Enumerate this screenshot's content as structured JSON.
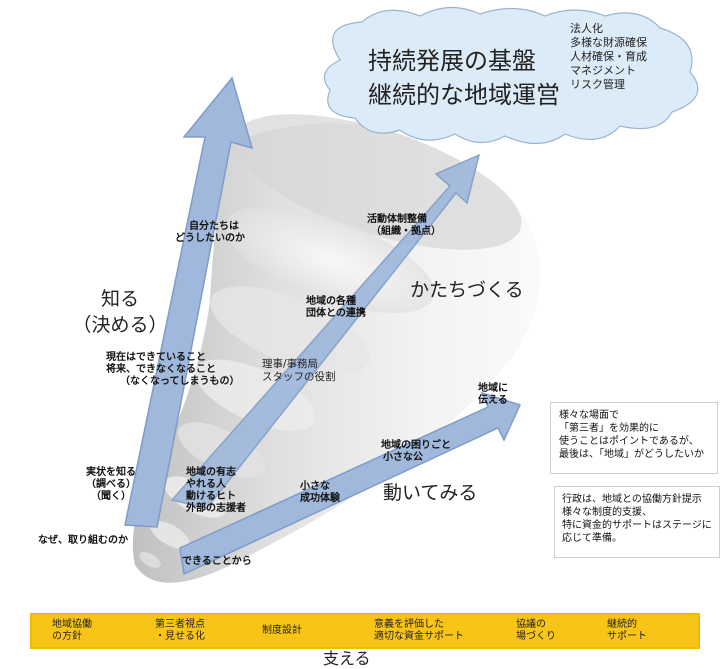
{
  "cloud": {
    "title_lines": [
      "持続発展の基盤",
      "継続的な地域運営"
    ],
    "list": [
      "法人化",
      "多様な財源確保",
      "人材確保・育成",
      "マネジメント",
      "リスク管理"
    ]
  },
  "labels": {
    "shiru": [
      "知る",
      "（決める）"
    ],
    "katachi": "かたちづくる",
    "ugoite": "動いてみる",
    "sasaeru": "支える"
  },
  "left_arrow": {
    "naze": "なぜ、取り組むのか",
    "jittai": [
      "実状を知る",
      "（調べる）",
      "（聞く）"
    ],
    "genzai": [
      "現在はできていること",
      "将来、できなくなること",
      "（なくなってしまうもの）"
    ],
    "jibun": [
      "自分たちは",
      "どうしたいのか"
    ]
  },
  "mid_arrow": {
    "yushi": [
      "地域の有志",
      "やれる人",
      "動けるヒト",
      "外部の志援者"
    ],
    "riji": [
      "理事/事務局",
      "スタッフの役割"
    ],
    "kakushu": [
      "地域の各種",
      "団体との連携"
    ],
    "katsudo": [
      "活動体制整備",
      "（組織・拠点）"
    ]
  },
  "right_arrow": {
    "dekiru": "できることから",
    "chiisana": [
      "小さな",
      "成功体験"
    ],
    "komari": [
      "地域の困りごと",
      "小さな公"
    ],
    "tsutaeru": [
      "地域に",
      "伝える"
    ]
  },
  "notes": {
    "box1": [
      "様々な場面で",
      "「第三者」を効果的に",
      "使うことはポイントであるが、",
      "最後は、「地域」がどうしたいか"
    ],
    "box2": [
      "行政は、地域との協働方針提示",
      "様々な制度的支援、",
      "特に資金的サポートはステージに",
      "応じて準備。"
    ]
  },
  "bar": {
    "items": [
      [
        "地域協働",
        "の方針"
      ],
      [
        "第三者視点",
        "・見せる化"
      ],
      [
        "制度設計"
      ],
      [
        "意義を評価した",
        "適切な資金サポート"
      ],
      [
        "協議の",
        "場づくり"
      ],
      [
        "継続的",
        "サポート"
      ]
    ]
  },
  "colors": {
    "arrow_fill": "#9fb8dc",
    "arrow_stroke": "#7f9cc8",
    "bar_fill": "#f5b800",
    "cloud_fill": "#dcebf8"
  }
}
